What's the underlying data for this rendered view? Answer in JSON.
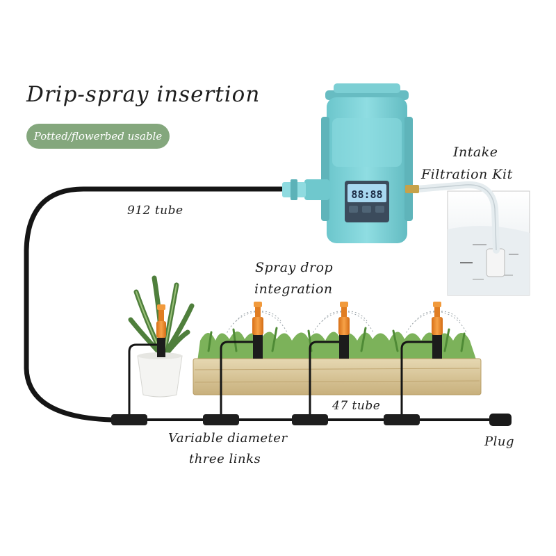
{
  "title": "Drip-spray insertion",
  "badge": "Potted/flowerbed usable",
  "labels": {
    "intake_line1": "Intake",
    "intake_line2": "Filtration Kit",
    "tube_912": "912 tube",
    "spray_line1": "Spray drop",
    "spray_line2": "integration",
    "tube_47": "47 tube",
    "variable_line1": "Variable diameter",
    "variable_line2": "three links",
    "plug": "Plug"
  },
  "controller": {
    "display": "88:88"
  },
  "colors": {
    "controller_body": "#7fd3d8",
    "badge": "#84a77d",
    "nozzle_orange": "#ef8a2a",
    "tube": "#151515",
    "planter": "#d9c9a0",
    "grass": "#6aa34b"
  }
}
